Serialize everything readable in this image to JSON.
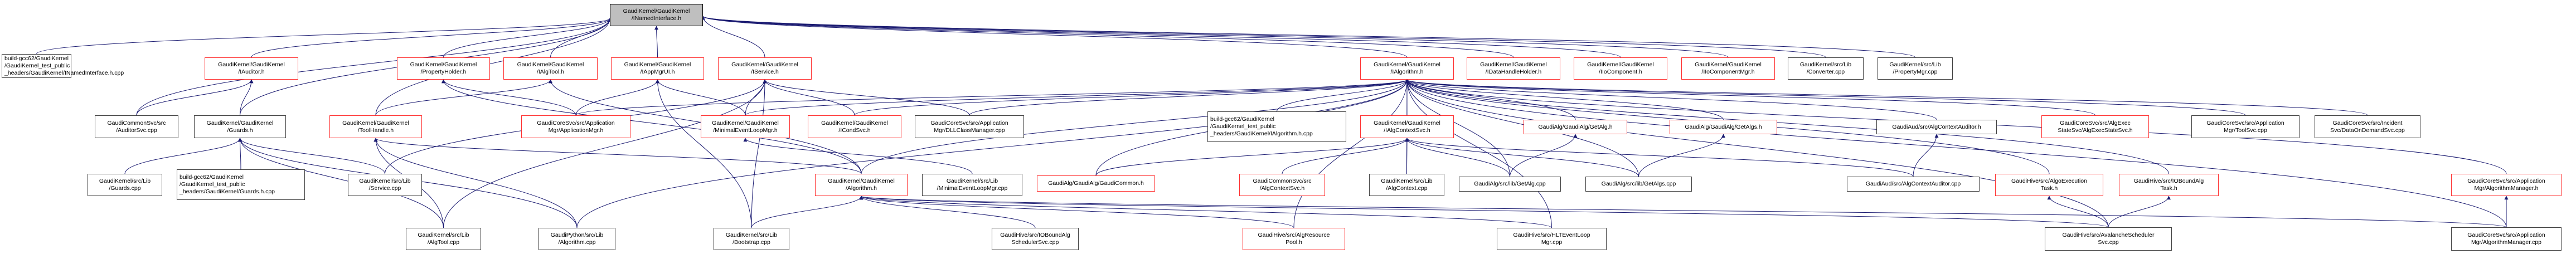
{
  "diagram": {
    "type": "doxygen-include-graph",
    "title": "GaudiKernel/GaudiKernel/INamedInterface.h",
    "colors": {
      "edge": "#191970",
      "root_fill": "#bfbfbf",
      "truncated_border": "#ff3030",
      "normal_border": "#404040"
    },
    "nodes": [
      {
        "id": "inamed",
        "label": "GaudiKernel/GaudiKernel\n/INamedInterface.h",
        "style": "root"
      },
      {
        "id": "inamed_cpp",
        "label": "build-gcc62/GaudiKernel\n/GaudiKernel_test_public\n_headers/GaudiKernel/INamedInterface.h.cpp",
        "style": "normal"
      },
      {
        "id": "iauditor",
        "label": "GaudiKernel/GaudiKernel\n/IAuditor.h",
        "style": "truncated"
      },
      {
        "id": "propholder",
        "label": "GaudiKernel/GaudiKernel\n/PropertyHolder.h",
        "style": "truncated"
      },
      {
        "id": "ialgtool",
        "label": "GaudiKernel/GaudiKernel\n/IAlgTool.h",
        "style": "truncated"
      },
      {
        "id": "iappmgrui",
        "label": "GaudiKernel/GaudiKernel\n/IAppMgrUI.h",
        "style": "truncated"
      },
      {
        "id": "iservice",
        "label": "GaudiKernel/GaudiKernel\n/IService.h",
        "style": "truncated"
      },
      {
        "id": "ialgorithm",
        "label": "GaudiKernel/GaudiKernel\n/IAlgorithm.h",
        "style": "truncated"
      },
      {
        "id": "idatahandleholder",
        "label": "GaudiKernel/GaudiKernel\n/IDataHandleHolder.h",
        "style": "truncated"
      },
      {
        "id": "iiocomponent",
        "label": "GaudiKernel/GaudiKernel\n/IIoComponent.h",
        "style": "truncated"
      },
      {
        "id": "iiocomponentmgr",
        "label": "GaudiKernel/GaudiKernel\n/IIoComponentMgr.h",
        "style": "truncated"
      },
      {
        "id": "converter",
        "label": "GaudiKernel/src/Lib\n/Converter.cpp",
        "style": "normal"
      },
      {
        "id": "propertymgr",
        "label": "GaudiKernel/src/Lib\n/PropertyMgr.cpp",
        "style": "normal"
      },
      {
        "id": "auditorsvc",
        "label": "GaudiCommonSvc/src\n/AuditorSvc.cpp",
        "style": "normal"
      },
      {
        "id": "guards_h",
        "label": "GaudiKernel/GaudiKernel\n/Guards.h",
        "style": "normal"
      },
      {
        "id": "toolhandle",
        "label": "GaudiKernel/GaudiKernel\n/ToolHandle.h",
        "style": "truncated"
      },
      {
        "id": "appmgr_h",
        "label": "GaudiCoreSvc/src/Application\nMgr/ApplicationMgr.h",
        "style": "truncated"
      },
      {
        "id": "minevtloop_h",
        "label": "GaudiKernel/GaudiKernel\n/MinimalEventLoopMgr.h",
        "style": "truncated"
      },
      {
        "id": "icondsvc",
        "label": "GaudiKernel/GaudiKernel\n/ICondSvc.h",
        "style": "truncated"
      },
      {
        "id": "dllclassmgr",
        "label": "GaudiCoreSvc/src/Application\nMgr/DLLClassManager.cpp",
        "style": "normal"
      },
      {
        "id": "ialgorithm_cpp",
        "label": "build-gcc62/GaudiKernel\n/GaudiKernel_test_public\n_headers/GaudiKernel/IAlgorithm.h.cpp",
        "style": "normal"
      },
      {
        "id": "ialgcontextsvc",
        "label": "GaudiKernel/GaudiKernel\n/IAlgContextSvc.h",
        "style": "truncated"
      },
      {
        "id": "getalg_h",
        "label": "GaudiAlg/GaudiAlg/GetAlg.h",
        "style": "truncated"
      },
      {
        "id": "getalgs_h",
        "label": "GaudiAlg/GaudiAlg/GetAlgs.h",
        "style": "truncated"
      },
      {
        "id": "algctxauditor_h",
        "label": "GaudiAud/src/AlgContextAuditor.h",
        "style": "normal"
      },
      {
        "id": "algexecstate_h",
        "label": "GaudiCoreSvc/src/AlgExec\nStateSvc/AlgExecStateSvc.h",
        "style": "truncated"
      },
      {
        "id": "toolsvc",
        "label": "GaudiCoreSvc/src/Application\nMgr/ToolSvc.cpp",
        "style": "normal"
      },
      {
        "id": "dataondemand",
        "label": "GaudiCoreSvc/src/Incident\nSvc/DataOnDemandSvc.cpp",
        "style": "normal"
      },
      {
        "id": "guards_cpp",
        "label": "GaudiKernel/src/Lib\n/Guards.cpp",
        "style": "normal"
      },
      {
        "id": "guards_h_cpp",
        "label": "build-gcc62/GaudiKernel\n/GaudiKernel_test_public\n_headers/GaudiKernel/Guards.h.cpp",
        "style": "normal"
      },
      {
        "id": "service_cpp",
        "label": "GaudiKernel/src/Lib\n/Service.cpp",
        "style": "normal"
      },
      {
        "id": "algorithm_h",
        "label": "GaudiKernel/GaudiKernel\n/Algorithm.h",
        "style": "truncated"
      },
      {
        "id": "minevtloop_cpp",
        "label": "GaudiKernel/src/Lib\n/MinimalEventLoopMgr.cpp",
        "style": "normal"
      },
      {
        "id": "gaudicommon_h",
        "label": "GaudiAlg/GaudiAlg/GaudiCommon.h",
        "style": "truncated"
      },
      {
        "id": "algcontextsvc_h",
        "label": "GaudiCommonSvc/src\n/AlgContextSvc.h",
        "style": "truncated"
      },
      {
        "id": "algcontext_cpp",
        "label": "GaudiKernel/src/Lib\n/AlgContext.cpp",
        "style": "normal"
      },
      {
        "id": "getalg_cpp",
        "label": "GaudiAlg/src/lib/GetAlg.cpp",
        "style": "normal"
      },
      {
        "id": "getalgs_cpp",
        "label": "GaudiAlg/src/lib/GetAlgs.cpp",
        "style": "normal"
      },
      {
        "id": "algctxauditor_cpp",
        "label": "GaudiAud/src/AlgContextAuditor.cpp",
        "style": "normal"
      },
      {
        "id": "algoexectask_h",
        "label": "GaudiHive/src/AlgoExecution\nTask.h",
        "style": "truncated"
      },
      {
        "id": "ioboundalgtask_h",
        "label": "GaudiHive/src/IOBoundAlg\nTask.h",
        "style": "truncated"
      },
      {
        "id": "algmanager_h",
        "label": "GaudiCoreSvc/src/Application\nMgr/AlgorithmManager.h",
        "style": "truncated"
      },
      {
        "id": "algtool_cpp",
        "label": "GaudiKernel/src/Lib\n/AlgTool.cpp",
        "style": "normal"
      },
      {
        "id": "py_algorithm_cpp",
        "label": "GaudiPython/src/Lib\n/Algorithm.cpp",
        "style": "normal"
      },
      {
        "id": "bootstrap_cpp",
        "label": "GaudiKernel/src/Lib\n/Bootstrap.cpp",
        "style": "normal"
      },
      {
        "id": "ioboundsched_cpp",
        "label": "GaudiHive/src/IOBoundAlg\nSchedulerSvc.cpp",
        "style": "normal"
      },
      {
        "id": "algresourcepool_h",
        "label": "GaudiHive/src/AlgResource\nPool.h",
        "style": "truncated"
      },
      {
        "id": "hlteventloop_cpp",
        "label": "GaudiHive/src/HLTEventLoop\nMgr.cpp",
        "style": "normal"
      },
      {
        "id": "avalanche_cpp",
        "label": "GaudiHive/src/AvalancheScheduler\nSvc.cpp",
        "style": "normal"
      },
      {
        "id": "algmanager_cpp",
        "label": "GaudiCoreSvc/src/Application\nMgr/AlgorithmManager.cpp",
        "style": "normal"
      }
    ],
    "edges": [
      [
        "inamed_cpp",
        "inamed"
      ],
      [
        "iauditor",
        "inamed"
      ],
      [
        "propholder",
        "inamed"
      ],
      [
        "ialgtool",
        "inamed"
      ],
      [
        "iappmgrui",
        "inamed"
      ],
      [
        "iservice",
        "inamed"
      ],
      [
        "ialgorithm",
        "inamed"
      ],
      [
        "idatahandleholder",
        "inamed"
      ],
      [
        "iiocomponent",
        "inamed"
      ],
      [
        "iiocomponentmgr",
        "inamed"
      ],
      [
        "converter",
        "inamed"
      ],
      [
        "propertymgr",
        "inamed"
      ],
      [
        "guards_h",
        "inamed"
      ],
      [
        "toolhandle",
        "inamed"
      ],
      [
        "auditorsvc",
        "inamed"
      ],
      [
        "auditorsvc",
        "iauditor"
      ],
      [
        "guards_h",
        "iauditor"
      ],
      [
        "toolhandle",
        "ialgtool"
      ],
      [
        "appmgr_h",
        "iappmgrui"
      ],
      [
        "appmgr_h",
        "propholder"
      ],
      [
        "minevtloop_h",
        "iappmgrui"
      ],
      [
        "minevtloop_h",
        "iservice"
      ],
      [
        "icondsvc",
        "iservice"
      ],
      [
        "dllclassmgr",
        "iservice"
      ],
      [
        "minevtloop_h",
        "ialgorithm"
      ],
      [
        "icondsvc",
        "ialgorithm"
      ],
      [
        "dllclassmgr",
        "ialgorithm"
      ],
      [
        "appmgr_h",
        "ialgorithm"
      ],
      [
        "ialgorithm_cpp",
        "ialgorithm"
      ],
      [
        "ialgcontextsvc",
        "ialgorithm"
      ],
      [
        "getalg_h",
        "ialgorithm"
      ],
      [
        "getalgs_h",
        "ialgorithm"
      ],
      [
        "algctxauditor_h",
        "ialgorithm"
      ],
      [
        "algexecstate_h",
        "ialgorithm"
      ],
      [
        "toolsvc",
        "ialgorithm"
      ],
      [
        "dataondemand",
        "ialgorithm"
      ],
      [
        "guards_cpp",
        "guards_h"
      ],
      [
        "guards_h_cpp",
        "guards_h"
      ],
      [
        "service_cpp",
        "guards_h"
      ],
      [
        "algtool_cpp",
        "guards_h"
      ],
      [
        "py_algorithm_cpp",
        "guards_h"
      ],
      [
        "algtool_cpp",
        "toolhandle"
      ],
      [
        "py_algorithm_cpp",
        "toolhandle"
      ],
      [
        "algorithm_h",
        "toolhandle"
      ],
      [
        "algorithm_h",
        "propholder"
      ],
      [
        "algorithm_h",
        "ialgorithm"
      ],
      [
        "algorithm_h",
        "ialgtool"
      ],
      [
        "minevtloop_cpp",
        "minevtloop_h"
      ],
      [
        "gaudicommon_h",
        "ialgorithm"
      ],
      [
        "algcontextsvc_h",
        "ialgcontextsvc"
      ],
      [
        "algcontext_cpp",
        "ialgcontextsvc"
      ],
      [
        "getalg_cpp",
        "getalg_h"
      ],
      [
        "getalg_cpp",
        "ialgcontextsvc"
      ],
      [
        "getalgs_cpp",
        "getalgs_h"
      ],
      [
        "getalgs_cpp",
        "ialgcontextsvc"
      ],
      [
        "algctxauditor_cpp",
        "algctxauditor_h"
      ],
      [
        "algctxauditor_cpp",
        "ialgcontextsvc"
      ],
      [
        "algoexectask_h",
        "ialgorithm"
      ],
      [
        "ioboundalgtask_h",
        "ialgorithm"
      ],
      [
        "algmanager_h",
        "ialgorithm"
      ],
      [
        "bootstrap_cpp",
        "algorithm_h"
      ],
      [
        "bootstrap_cpp",
        "iservice"
      ],
      [
        "bootstrap_cpp",
        "iappmgrui"
      ],
      [
        "ioboundsched_cpp",
        "algorithm_h"
      ],
      [
        "algresourcepool_h",
        "algorithm_h"
      ],
      [
        "hlteventloop_cpp",
        "algorithm_h"
      ],
      [
        "avalanche_cpp",
        "algoexectask_h"
      ],
      [
        "avalanche_cpp",
        "ioboundalgtask_h"
      ],
      [
        "avalanche_cpp",
        "algorithm_h"
      ],
      [
        "algmanager_cpp",
        "algmanager_h"
      ],
      [
        "algmanager_cpp",
        "algorithm_h"
      ],
      [
        "algmanager_cpp",
        "ialgorithm"
      ],
      [
        "algtool_cpp",
        "iservice"
      ],
      [
        "py_algorithm_cpp",
        "ialgorithm"
      ],
      [
        "service_cpp",
        "iservice"
      ],
      [
        "algresourcepool_h",
        "ialgorithm"
      ],
      [
        "hlteventloop_cpp",
        "ialgorithm"
      ],
      [
        "avalanche_cpp",
        "ialgorithm"
      ],
      [
        "gaudicommon_h",
        "ialgcontextsvc"
      ],
      [
        "getalg_cpp",
        "ialgorithm"
      ],
      [
        "getalgs_cpp",
        "ialgorithm"
      ],
      [
        "algcontext_cpp",
        "ialgorithm"
      ]
    ]
  }
}
